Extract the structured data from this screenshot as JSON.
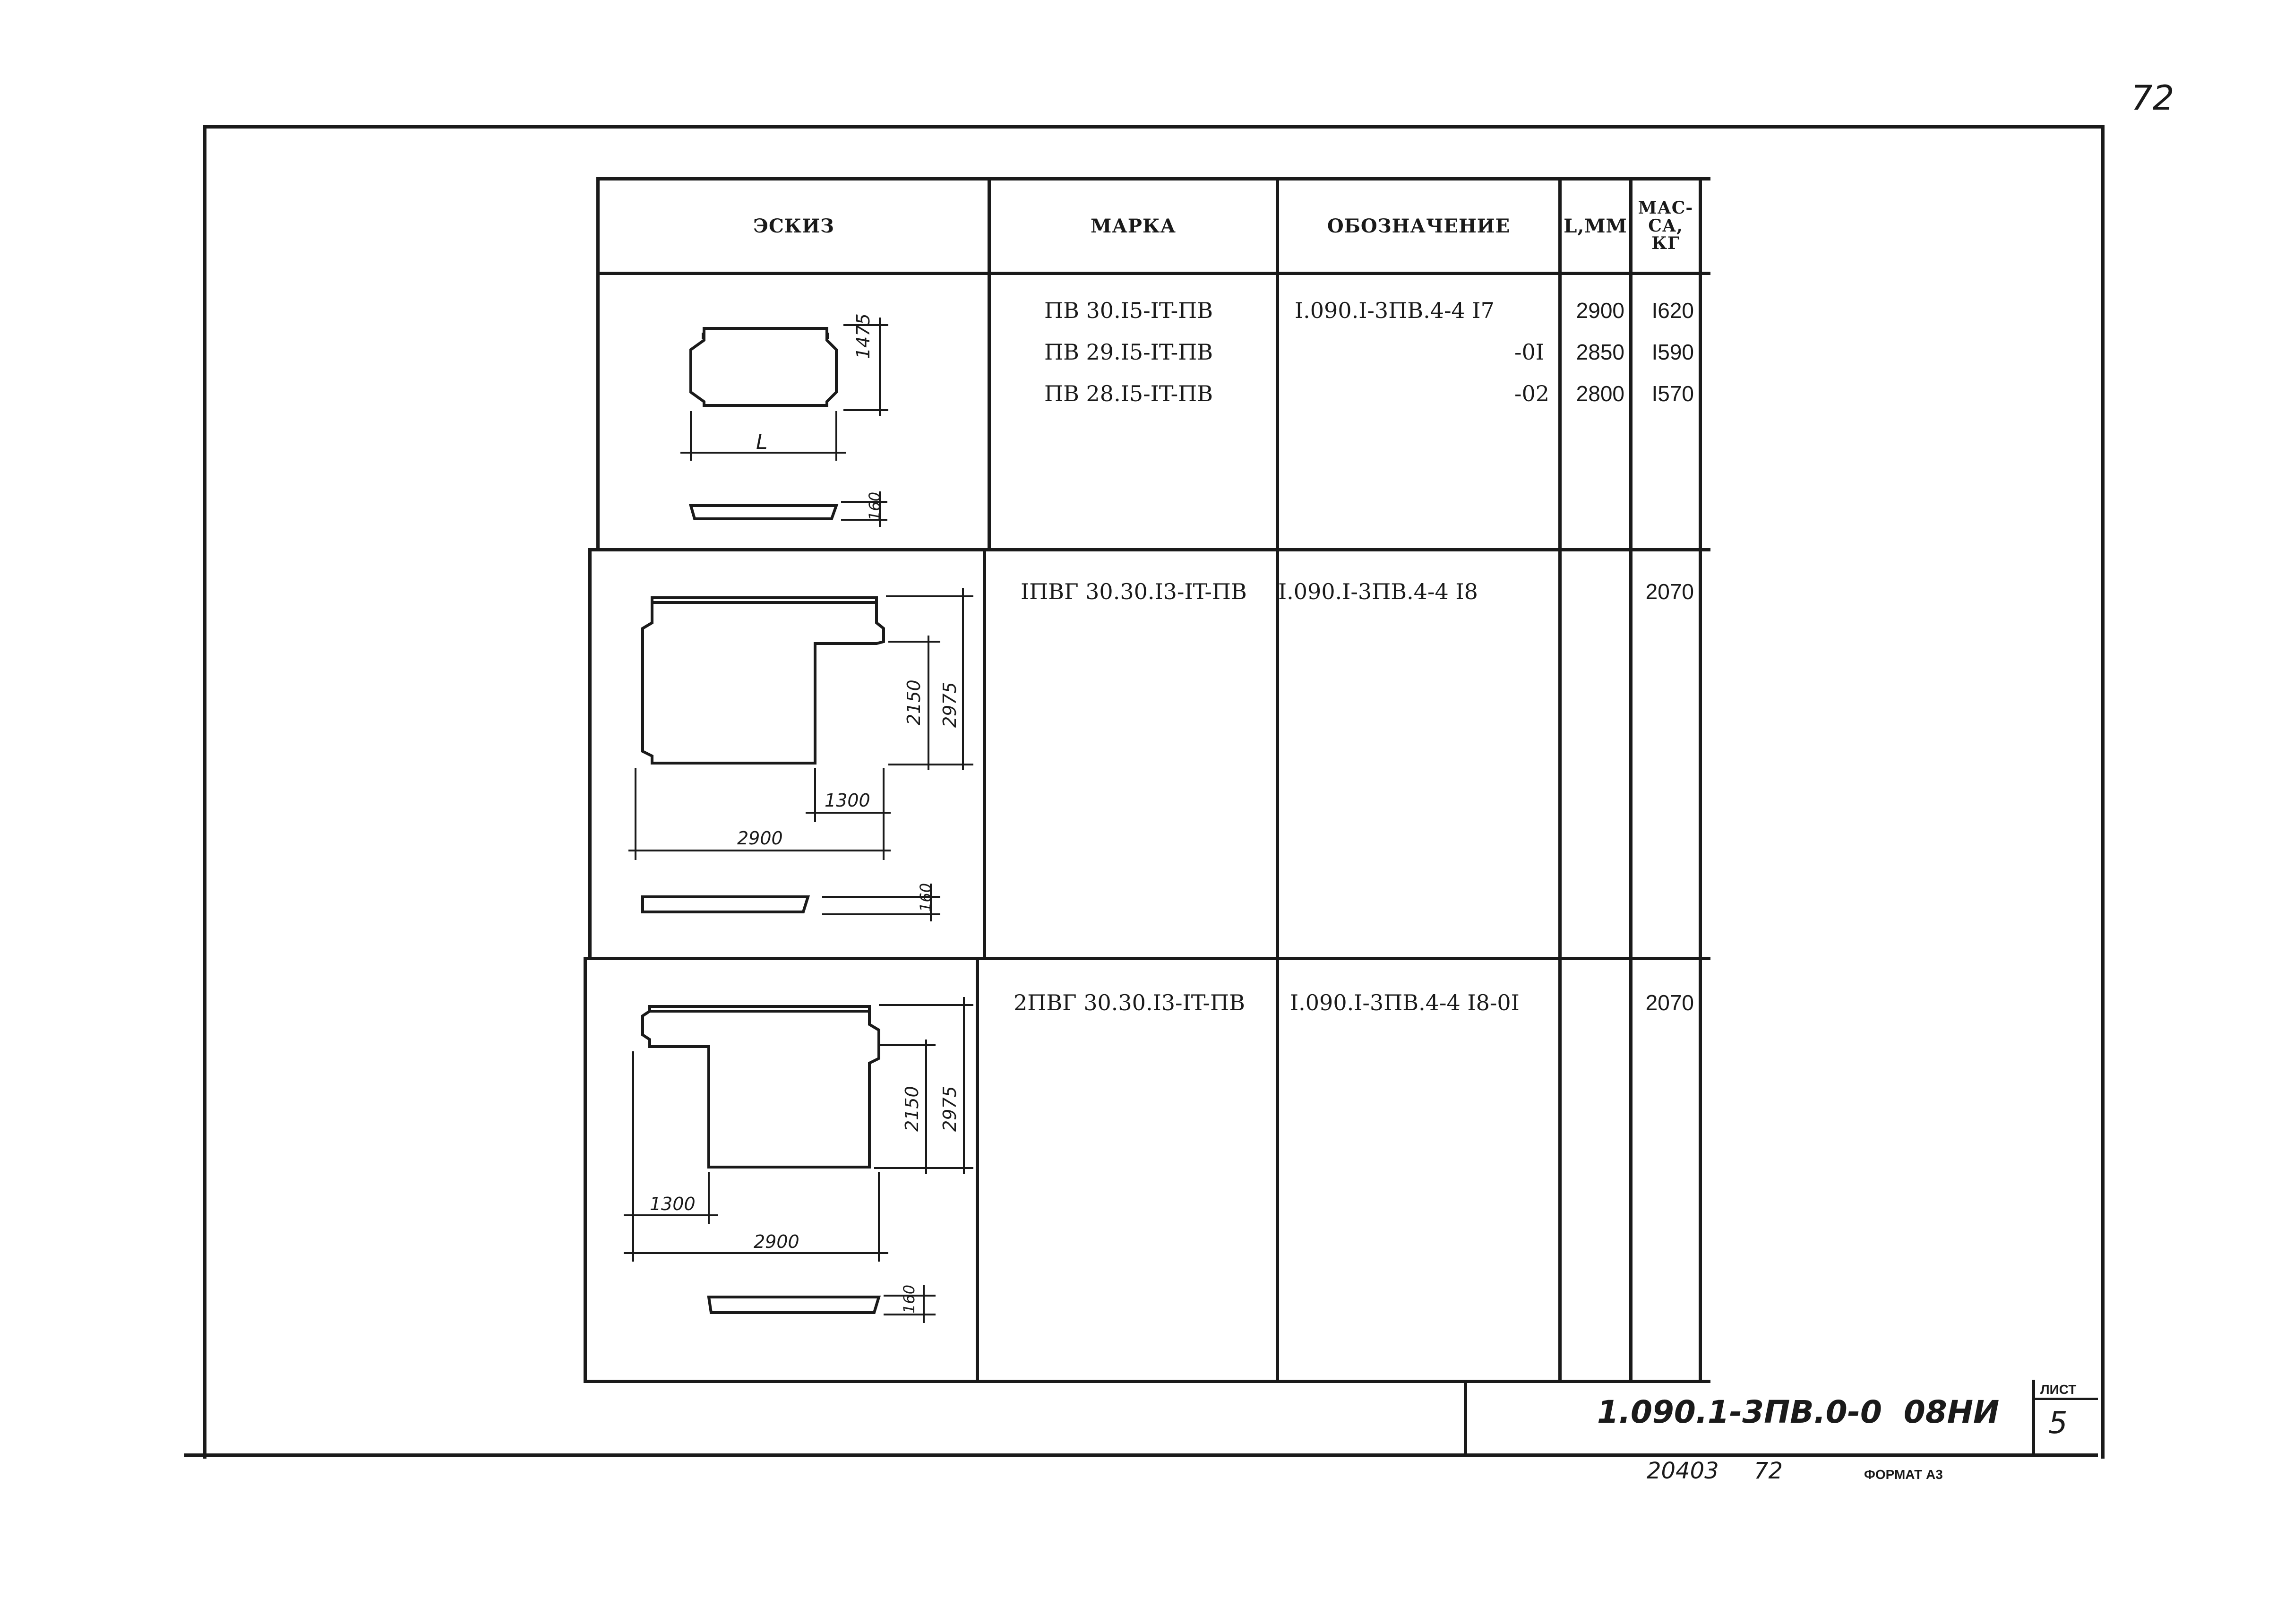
{
  "corner_number": "72",
  "table": {
    "headers": {
      "sketch": "ЭСКИЗ",
      "mark": "МАРКА",
      "designation": "ОБОЗНАЧЕНИЕ",
      "length": "L,ММ",
      "mass": "МАС-\nСА,\nКГ"
    },
    "rows": [
      {
        "marks": [
          "ПВ 30.I5-IT-ПВ",
          "ПВ 29.I5-IT-ПВ",
          "ПВ 28.I5-IT-ПВ"
        ],
        "designations": [
          "I.090.I-3ПВ.4-4 I7",
          "-0I",
          "-02"
        ],
        "lengths": [
          "2900",
          "2850",
          "2800"
        ],
        "masses": [
          "I620",
          "I590",
          "I570"
        ],
        "sketch": {
          "dim_height": "1475",
          "dim_length": "L",
          "dim_thickness": "160"
        }
      },
      {
        "marks": [
          "IПВГ 30.30.I3-IT-ПВ"
        ],
        "designations": [
          "I.090.I-3ПВ.4-4 I8"
        ],
        "lengths": [
          ""
        ],
        "masses": [
          "2070"
        ],
        "sketch": {
          "dim_inner_height": "2150",
          "dim_total_height": "2975",
          "dim_cut": "1300",
          "dim_length": "2900",
          "dim_thickness": "160"
        }
      },
      {
        "marks": [
          "2ПВГ 30.30.I3-IT-ПВ"
        ],
        "designations": [
          "I.090.I-3ПВ.4-4 I8-0I"
        ],
        "lengths": [
          ""
        ],
        "masses": [
          "2070"
        ],
        "sketch": {
          "dim_inner_height": "2150",
          "dim_total_height": "2975",
          "dim_cut": "1300",
          "dim_length": "2900",
          "dim_thickness": "160"
        }
      }
    ]
  },
  "title_block": {
    "document_code": "1.090.1-3ПВ.0-0  08НИ",
    "sheet_label": "ЛИСТ",
    "sheet_number": "5"
  },
  "footer": {
    "inventory_number": "20403",
    "page_number": "72",
    "format": "ФОРМАТ А3"
  }
}
